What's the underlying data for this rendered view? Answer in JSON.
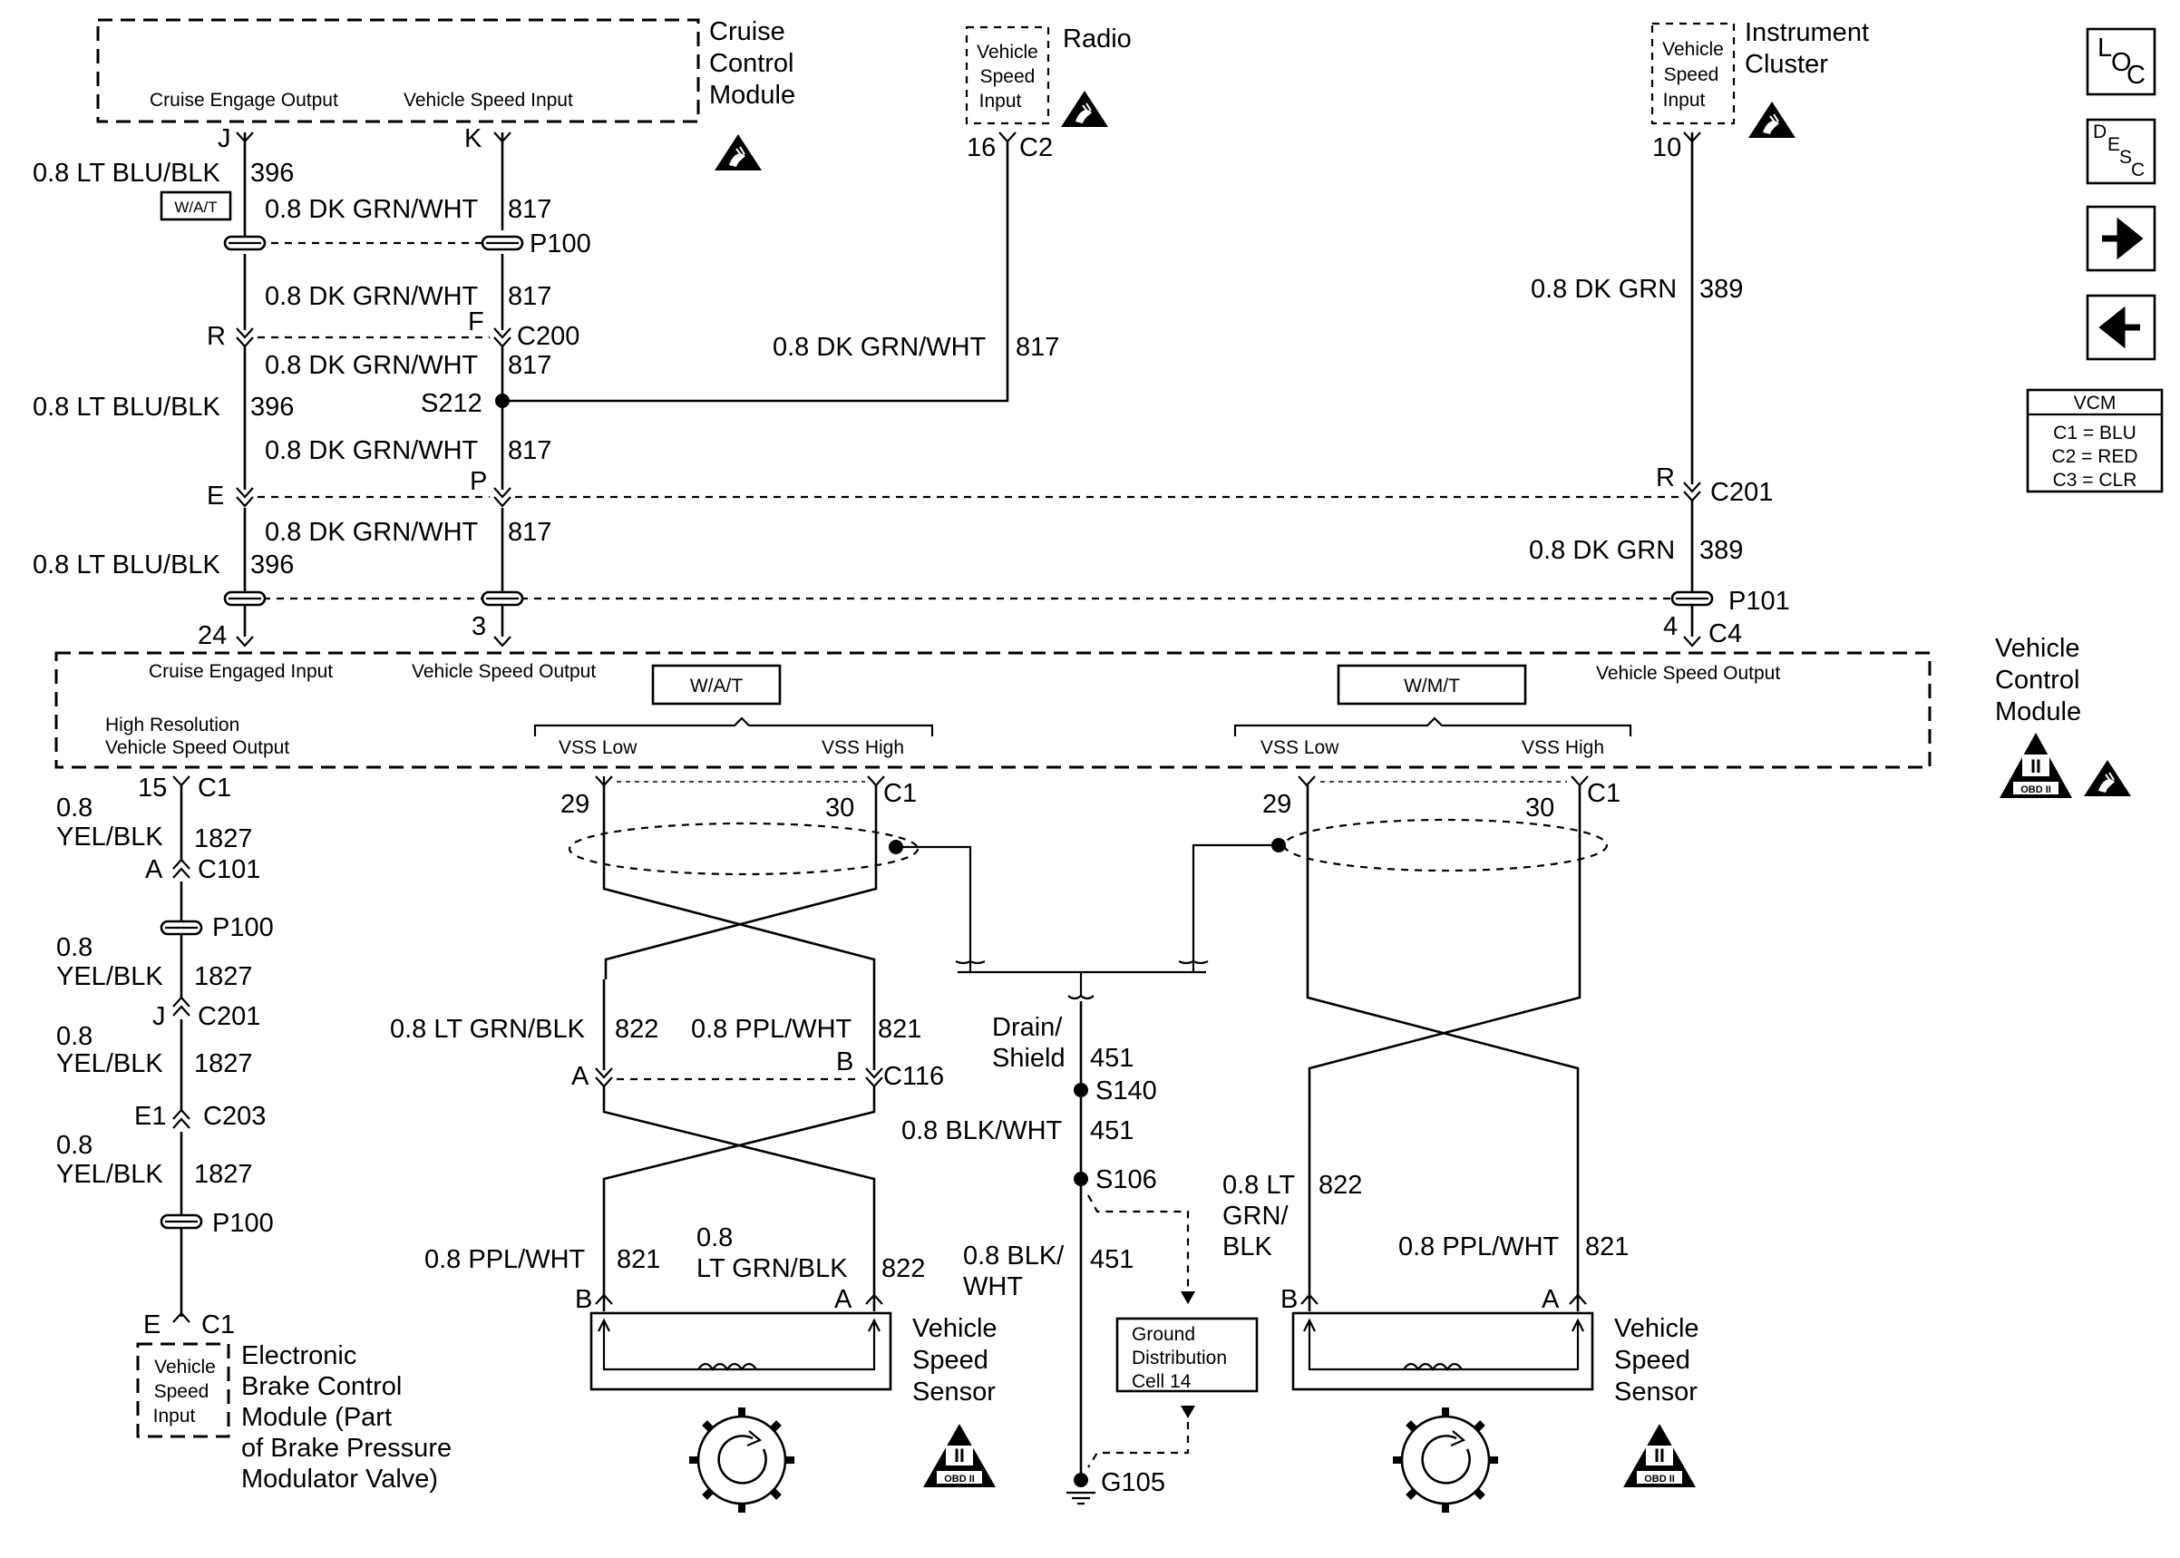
{
  "modules": {
    "cruise": {
      "name": [
        "Cruise",
        "Control",
        "Module"
      ],
      "pin_left": "Cruise Engage Output",
      "pin_right": "Vehicle Speed Input"
    },
    "radio": {
      "name": "Radio",
      "pin": [
        "Vehicle",
        "Speed",
        "Input"
      ],
      "pin_num": "16",
      "connector": "C2"
    },
    "cluster": {
      "name": [
        "Instrument",
        "Cluster"
      ],
      "pin": [
        "Vehicle",
        "Speed",
        "Input"
      ],
      "pin_num": "10"
    },
    "vcm": {
      "name": [
        "Vehicle",
        "Control",
        "Module"
      ],
      "cruise_engaged_input": "Cruise Engaged Input",
      "vehicle_speed_output": "Vehicle Speed Output",
      "high_res": [
        "High Resolution",
        "Vehicle Speed Output"
      ],
      "wat": "W/A/T",
      "wmt": "W/M/T",
      "vss_low": "VSS Low",
      "vss_high": "VSS High"
    },
    "ebcm": {
      "name": [
        "Electronic",
        "Brake Control",
        "Module (Part",
        "of Brake Pressure",
        "Modulator Valve)"
      ],
      "pin": [
        "Vehicle",
        "Speed",
        "Input"
      ]
    },
    "vss_sensor": [
      "Vehicle",
      "Speed",
      "Sensor"
    ],
    "ground_dist": [
      "Ground",
      "Distribution",
      "Cell 14"
    ],
    "wat_tag": "W/A/T",
    "obd": "OBD II",
    "obd_roman": "II"
  },
  "wires": {
    "ltblu": "0.8 LT BLU/BLK",
    "c396": "396",
    "dkgrnwht": "0.8 DK GRN/WHT",
    "c817": "817",
    "dkgrn": "0.8 DK GRN",
    "c389": "389",
    "yelblk_a": "0.8",
    "yelblk_b": "YEL/BLK",
    "c1827": "1827",
    "ltgrnblk": "0.8 LT GRN/BLK",
    "c822": "822",
    "pplwht": "0.8 PPL/WHT",
    "c821": "821",
    "drain": [
      "Drain/",
      "Shield"
    ],
    "c451": "451",
    "blkwht": "0.8 BLK/WHT",
    "blkwht_split": [
      "0.8 BLK/",
      "WHT"
    ],
    "ltgrn_split": [
      "0.8",
      "LT GRN/BLK"
    ],
    "ltgrn_split2": [
      "0.8 LT",
      "GRN/",
      "BLK"
    ]
  },
  "connectors": {
    "J": "J",
    "K": "K",
    "R": "R",
    "F": "F",
    "E": "E",
    "P": "P",
    "C200": "C200",
    "C201": "C201",
    "C101": "C101",
    "C203": "C203",
    "C116": "C116",
    "C4": "C4",
    "C1": "C1",
    "P100": "P100",
    "P101": "P101",
    "S212": "S212",
    "S140": "S140",
    "S106": "S106",
    "G105": "G105",
    "p24": "24",
    "p3": "3",
    "p4": "4",
    "p15": "15",
    "p29": "29",
    "p30": "30",
    "A": "A",
    "B": "B",
    "J2": "J",
    "E1": "E1",
    "E2": "E"
  },
  "legend": {
    "title": "VCM",
    "rows": [
      "C1 = BLU",
      "C2 = RED",
      "C3 = CLR"
    ]
  },
  "nav": {
    "loc": [
      "L",
      "O",
      "C"
    ],
    "desc": [
      "D",
      "E",
      "S",
      "C"
    ],
    "next": "→",
    "prev": "←"
  }
}
